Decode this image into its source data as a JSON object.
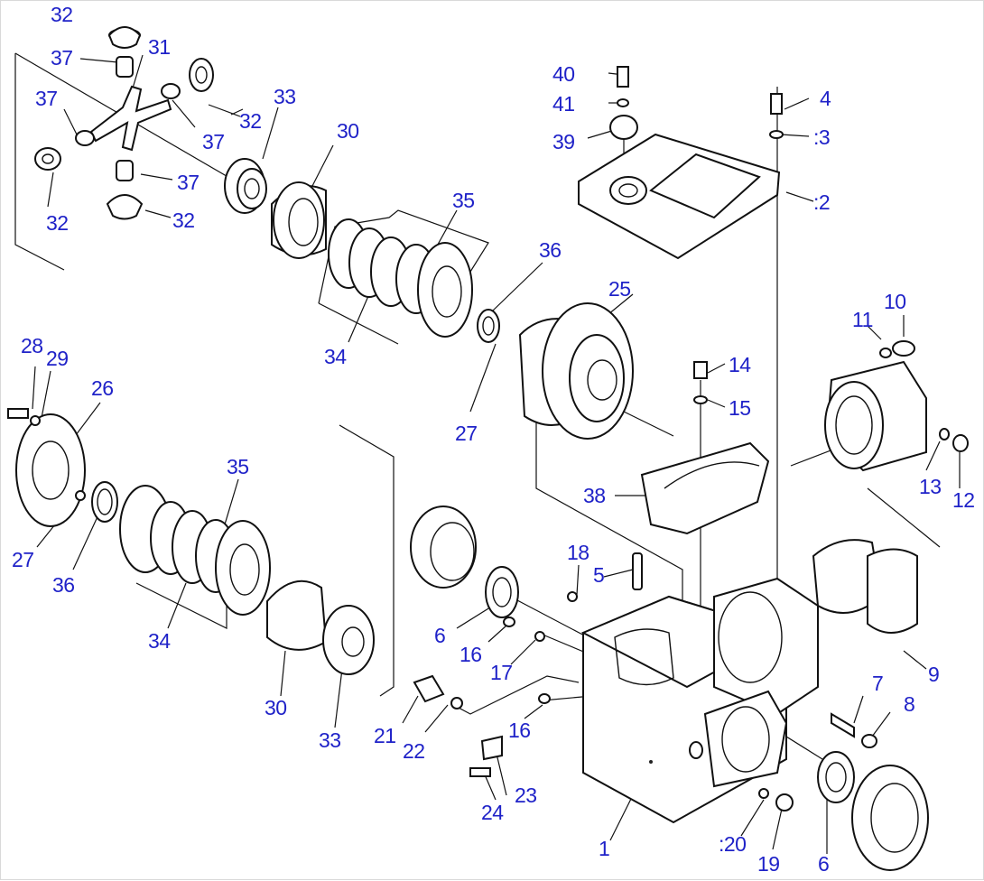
{
  "diagram": {
    "callouts": [
      {
        "id": "c32a",
        "text": "32"
      },
      {
        "id": "c37a",
        "text": "37"
      },
      {
        "id": "c31",
        "text": "31"
      },
      {
        "id": "c37b",
        "text": "37"
      },
      {
        "id": "c32b",
        "text": "32"
      },
      {
        "id": "c33a",
        "text": "33"
      },
      {
        "id": "c37c",
        "text": "37"
      },
      {
        "id": "c32c",
        "text": "32"
      },
      {
        "id": "c30a",
        "text": "30"
      },
      {
        "id": "c37d",
        "text": "37"
      },
      {
        "id": "c32d",
        "text": "32"
      },
      {
        "id": "c35a",
        "text": "35"
      },
      {
        "id": "c36a",
        "text": "36"
      },
      {
        "id": "c34a",
        "text": "34"
      },
      {
        "id": "c25",
        "text": "25"
      },
      {
        "id": "c27a",
        "text": "27"
      },
      {
        "id": "c40",
        "text": "40"
      },
      {
        "id": "c41",
        "text": "41"
      },
      {
        "id": "c39",
        "text": "39"
      },
      {
        "id": "c4",
        "text": "4"
      },
      {
        "id": "c3",
        "text": ":3"
      },
      {
        "id": "c2",
        "text": ":2"
      },
      {
        "id": "c10",
        "text": "10"
      },
      {
        "id": "c11",
        "text": "11"
      },
      {
        "id": "c14",
        "text": "14"
      },
      {
        "id": "c15",
        "text": "15"
      },
      {
        "id": "c13",
        "text": "13"
      },
      {
        "id": "c12",
        "text": "12"
      },
      {
        "id": "c28",
        "text": "28"
      },
      {
        "id": "c29",
        "text": "29"
      },
      {
        "id": "c26",
        "text": "26"
      },
      {
        "id": "c27b",
        "text": "27"
      },
      {
        "id": "c36b",
        "text": "36"
      },
      {
        "id": "c35b",
        "text": "35"
      },
      {
        "id": "c34b",
        "text": "34"
      },
      {
        "id": "c38",
        "text": "38"
      },
      {
        "id": "c18",
        "text": "18"
      },
      {
        "id": "c5",
        "text": "5"
      },
      {
        "id": "c6a",
        "text": "6"
      },
      {
        "id": "c16a",
        "text": "16"
      },
      {
        "id": "c17",
        "text": "17"
      },
      {
        "id": "c30b",
        "text": "30"
      },
      {
        "id": "c33b",
        "text": "33"
      },
      {
        "id": "c21",
        "text": "21"
      },
      {
        "id": "c22",
        "text": "22"
      },
      {
        "id": "c16b",
        "text": "16"
      },
      {
        "id": "c23",
        "text": "23"
      },
      {
        "id": "c24",
        "text": "24"
      },
      {
        "id": "c9",
        "text": "9"
      },
      {
        "id": "c7",
        "text": "7"
      },
      {
        "id": "c8",
        "text": "8"
      },
      {
        "id": "c1",
        "text": "1"
      },
      {
        "id": "c20",
        "text": ":20"
      },
      {
        "id": "c19",
        "text": "19"
      },
      {
        "id": "c6b",
        "text": "6"
      }
    ]
  }
}
